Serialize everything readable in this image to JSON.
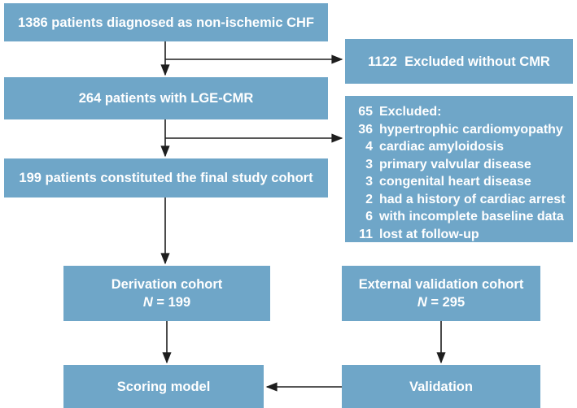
{
  "figure": {
    "type": "flowchart"
  },
  "colors": {
    "box_fill": "#6fa6c8",
    "box_text": "#ffffff",
    "arrow": "#1e1e1e",
    "background": "#ffffff"
  },
  "boxes": {
    "chf": {
      "label": "1386 patients diagnosed as non-ischemic CHF"
    },
    "excluded_cmr": {
      "label": "1122  Excluded without CMR"
    },
    "lge_cmr": {
      "label": "264 patients with LGE-CMR"
    },
    "excluded_65": {
      "lines": [
        {
          "num": "65",
          "text": "Excluded:"
        },
        {
          "num": "36",
          "text": "hypertrophic cardiomyopathy"
        },
        {
          "num": "4",
          "text": "cardiac amyloidosis"
        },
        {
          "num": "3",
          "text": "primary valvular disease"
        },
        {
          "num": "3",
          "text": "congenital heart disease"
        },
        {
          "num": "2",
          "text": "had a history of cardiac arrest"
        },
        {
          "num": "6",
          "text": "with incomplete baseline data"
        },
        {
          "num": "11",
          "text": "lost at follow-up"
        }
      ]
    },
    "final_cohort": {
      "label": "199 patients constituted the final study cohort"
    },
    "derivation": {
      "line1": "Derivation cohort",
      "n": "N",
      "n_value": " = 199"
    },
    "external_validation": {
      "line1": "External validation cohort",
      "n": "N",
      "n_value": " = 295"
    },
    "scoring": {
      "label": "Scoring model"
    },
    "validation": {
      "label": "Validation"
    }
  }
}
